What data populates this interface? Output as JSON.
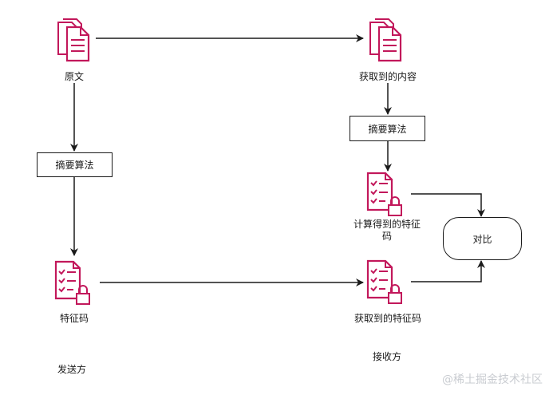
{
  "nodes": {
    "original": "原文",
    "obtained_content": "获取到的内容",
    "digest_left": "摘要算法",
    "digest_right": "摘要算法",
    "computed_signature_line1": "计算得到的特征",
    "computed_signature_line2": "码",
    "compare": "对比",
    "signature_left": "特征码",
    "obtained_signature": "获取到的特征码"
  },
  "sections": {
    "sender": "发送方",
    "receiver": "接收方"
  },
  "watermark": "@稀土掘金技术社区",
  "icons": {
    "documents": "documents-icon",
    "checklist_lock": "checklist-lock-icon"
  },
  "colors": {
    "icon": "#c2185b",
    "line": "#1a1a1a"
  }
}
